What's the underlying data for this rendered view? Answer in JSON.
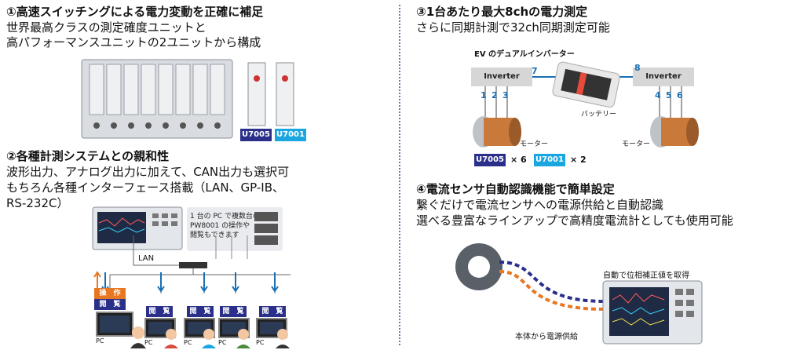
{
  "section1": {
    "heading": "①高速スイッチングによる電力変動を正確に補足",
    "line1": "世界最高クラスの測定確度ユニットと",
    "line2": "高パフォーマンスユニットの2ユニットから構成",
    "badges": [
      "U7005",
      "U7001"
    ]
  },
  "section2": {
    "heading": "②各種計測システムとの親和性",
    "line1": "波形出力、アナログ出力に加えて、CAN出力も選択可",
    "line2": "もちろん各種インターフェース搭載（LAN、GP-IB、",
    "line3": "RS-232C）",
    "callout": [
      "1 台の PC で複数台の",
      "PW8001 の操作や",
      "閲覧もできます"
    ],
    "lan_label": "LAN",
    "operate_label": "操　作",
    "view_label": "閲　覧",
    "pc_label": "PC"
  },
  "section3": {
    "heading": "③1台あたり最大8chの電力測定",
    "line1": "さらに同期計測で32ch同期測定可能",
    "diagram_title": "EV のデュアルインバーター",
    "inverter_label": "Inverter",
    "battery_label": "バッテリー",
    "motor_label": "モーター",
    "channels_left": [
      "1",
      "2",
      "3"
    ],
    "channels_right": [
      "4",
      "5",
      "6"
    ],
    "ch_left_top": "7",
    "ch_right_top": "8",
    "badge_u7005": "U7005",
    "count_u7005": "× 6",
    "badge_u7001": "U7001",
    "count_u7001": "× 2"
  },
  "section4": {
    "heading": "④電流センサ自動認識機能で簡単設定",
    "line1": "繋ぐだけで電流センサへの電源供給と自動認識",
    "line2": "選べる豊富なラインアップで高精度電流計としても使用可能",
    "auto_label": "自動で位相補正値を取得",
    "power_label": "本体から電源供給"
  }
}
